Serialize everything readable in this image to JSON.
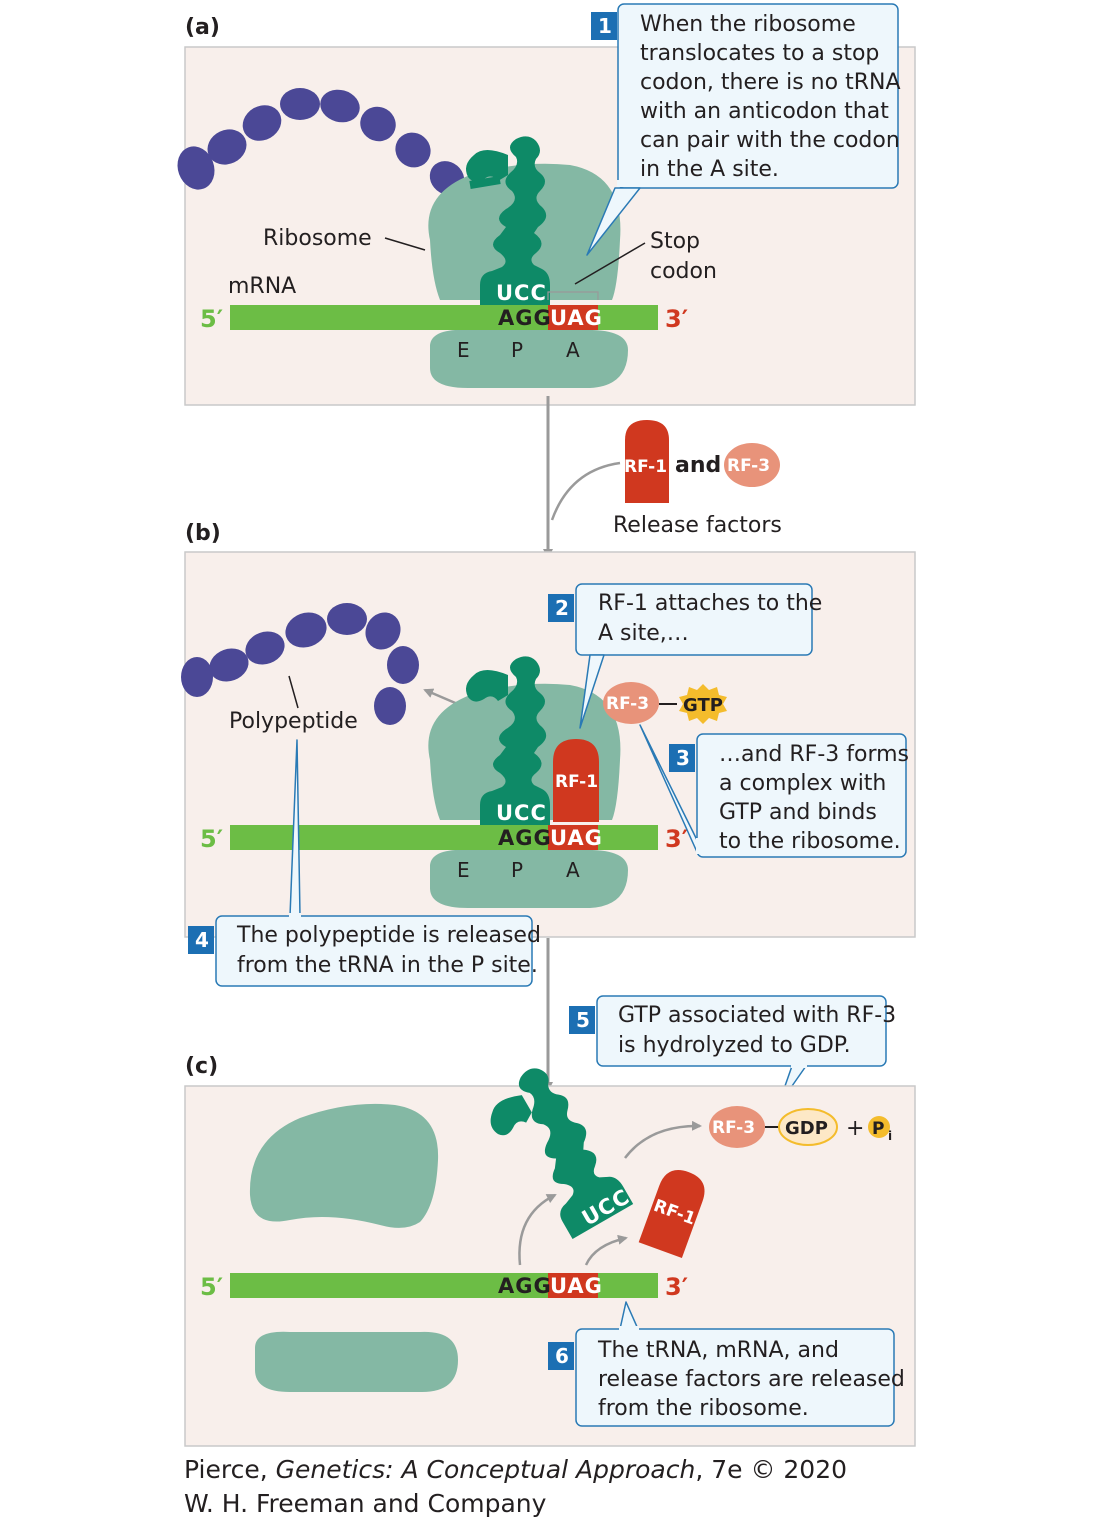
{
  "colors": {
    "panel_bg": "#f8efeb",
    "panel_border": "#c9c9c9",
    "ribosome": "#84b8a4",
    "trna": "#0e8a67",
    "mrna": "#6cbd45",
    "stop_codon": "#d0381f",
    "polypeptide": "#4b4896",
    "rf1": "#d0381f",
    "rf3": "#e8937a",
    "gtp": "#f4bc2c",
    "callout_bg": "#eef7fc",
    "callout_border": "#2a7ab5",
    "step_badge": "#1c6fb3",
    "arrow": "#9a9a9a"
  },
  "panels": {
    "a": {
      "label": "(a)",
      "ribosome_label": "Ribosome",
      "mrna_label": "mRNA",
      "stop_label_1": "Stop",
      "stop_label_2": "codon",
      "end5": "5′",
      "end3": "3′",
      "anticodon": "UCC",
      "codon_p": "AGG",
      "codon_a": "UAG",
      "sites": [
        "E",
        "P",
        "A"
      ]
    },
    "b": {
      "label": "(b)",
      "polypeptide_label": "Polypeptide",
      "end5": "5′",
      "end3": "3′",
      "anticodon": "UCC",
      "codon_p": "AGG",
      "codon_a": "UAG",
      "sites": [
        "E",
        "P",
        "A"
      ],
      "rf1": "RF-1",
      "rf3": "RF-3",
      "gtp": "GTP"
    },
    "c": {
      "label": "(c)",
      "end5": "5′",
      "end3": "3′",
      "anticodon": "UCC",
      "codon_p": "AGG",
      "codon_a": "UAG",
      "rf1": "RF-1",
      "rf3": "RF-3",
      "gdp": "GDP",
      "plus": "+",
      "pi": "P",
      "pi_sub": "i"
    }
  },
  "release_factors": {
    "rf1": "RF-1",
    "and": "and",
    "rf3": "RF-3",
    "caption": "Release factors"
  },
  "steps": [
    {
      "num": "1",
      "lines": [
        "When the ribosome",
        "translocates to a stop",
        "codon, there is no tRNA",
        "with an anticodon that",
        "can pair with the codon",
        "in the A site."
      ]
    },
    {
      "num": "2",
      "lines": [
        "RF-1 attaches to the",
        "A site,…"
      ]
    },
    {
      "num": "3",
      "lines": [
        "…and RF-3 forms",
        "a complex with",
        "GTP and binds",
        "to the ribosome."
      ]
    },
    {
      "num": "4",
      "lines": [
        "The polypeptide is released",
        "from the tRNA in the P site."
      ]
    },
    {
      "num": "5",
      "lines": [
        "GTP associated with RF-3",
        "is hydrolyzed to GDP."
      ]
    },
    {
      "num": "6",
      "lines": [
        "The tRNA, mRNA, and",
        "release factors are released",
        "from the ribosome."
      ]
    }
  ],
  "credit": {
    "author": "Pierce, ",
    "book": "Genetics: A Conceptual Approach",
    "edition": ", 7e © 2020",
    "publisher": "W. H. Freeman and Company"
  }
}
